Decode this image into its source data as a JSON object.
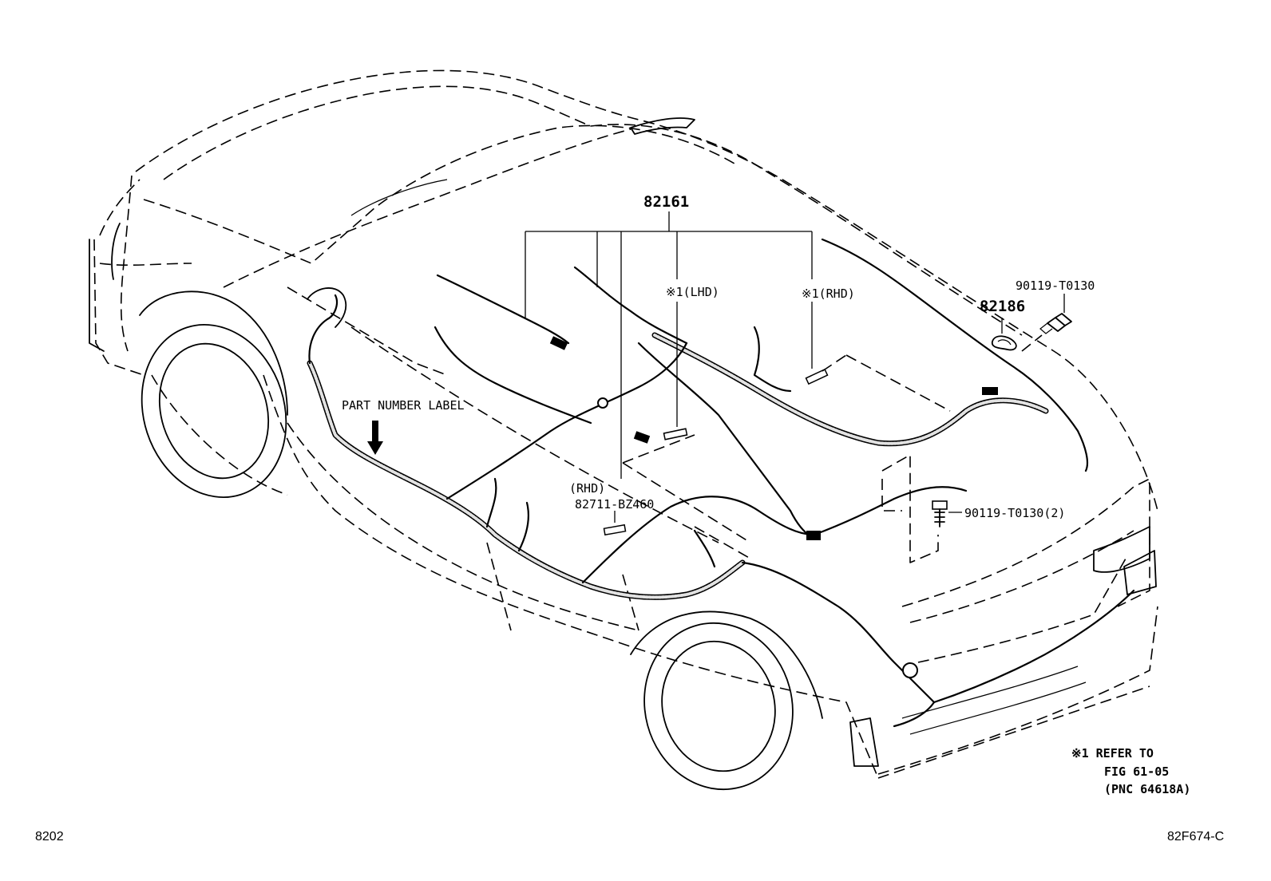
{
  "diagram": {
    "labels": {
      "harness_part": "82161",
      "lhd_ref": "※1(LHD)",
      "rhd_ref": "※1(RHD)",
      "bolt_top": "90119-T0130",
      "clamp_part": "82186",
      "bolt_right": "90119-T0130(2)",
      "rhd_note": "(RHD)",
      "label_part": "82711-BZ460",
      "part_number_label": "PART NUMBER LABEL"
    },
    "refer_note": {
      "line1": "※1 REFER TO",
      "line2": "FIG 61-05",
      "line3": "(PNC 64618A)"
    },
    "figure_group": "8202",
    "figure_code": "82F674-C"
  }
}
